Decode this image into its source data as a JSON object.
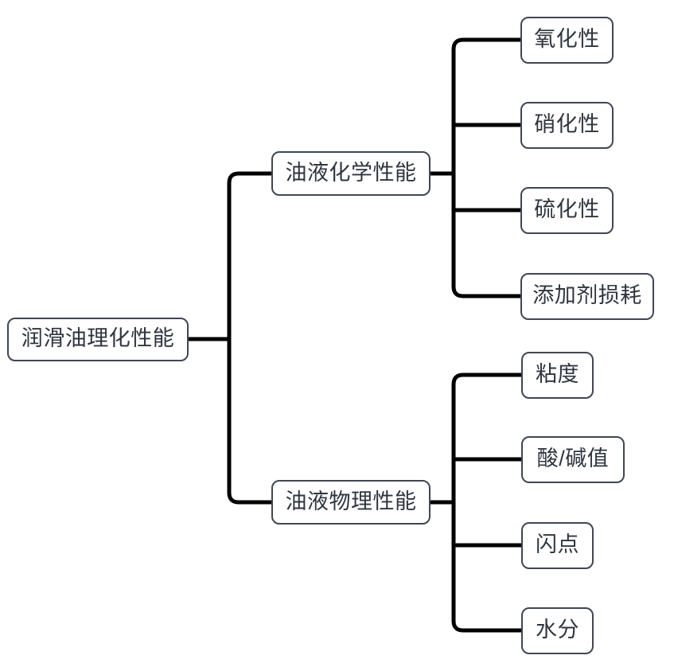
{
  "diagram": {
    "type": "tree",
    "title": "润滑油理化性能",
    "accent_colors": {
      "node_border": "#3f4754",
      "node_fill": "#ffffff",
      "node_text": "#2f3640",
      "connector": "#000000",
      "background": "#ffffff"
    },
    "root": {
      "label": "润滑油理化性能"
    },
    "branches": [
      {
        "label": "油液化学性能",
        "children": [
          {
            "label": "氧化性"
          },
          {
            "label": "硝化性"
          },
          {
            "label": "硫化性"
          },
          {
            "label": "添加剂损耗"
          }
        ]
      },
      {
        "label": "油液物理性能",
        "children": [
          {
            "label": "粘度"
          },
          {
            "label": "酸/碱值"
          },
          {
            "label": "闪点"
          },
          {
            "label": "水分"
          }
        ]
      }
    ]
  }
}
